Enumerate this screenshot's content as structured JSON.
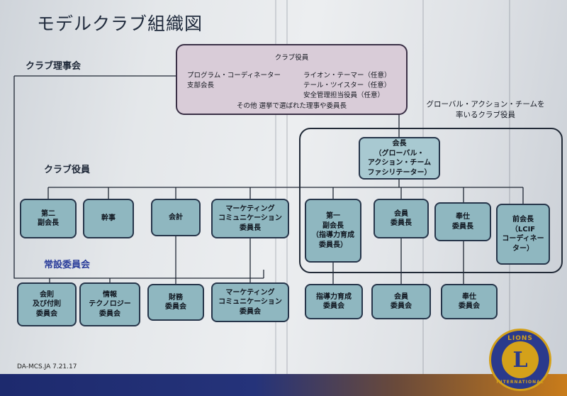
{
  "title": "モデルクラブ組織図",
  "sections": {
    "board": "クラブ理事会",
    "officers": "クラブ役員",
    "standing": "常設委員会"
  },
  "top_box": {
    "heading": "クラブ役員",
    "program_coordinator": "プログラム・コーディネーター",
    "branch_president": "支部会長",
    "lion_tamer": "ライオン・テーマー（任意）",
    "tail_twister": "テール・ツイスター（任意）",
    "safety_officer": "安全管理担当役員（任意）",
    "others": "その他 選挙で選ばれた理事や委員長"
  },
  "global_action_label": "グローバル・アクション・チームを\n率いるクラブ役員",
  "president": "会長\n（グローバル・\nアクション・チーム\nファシリテーター）",
  "officers": {
    "second_vp": "第二\n副会長",
    "secretary": "幹事",
    "treasurer": "会計",
    "marketing_chair": "マーケティング\nコミュニケーション\n委員長",
    "first_vp": "第一\n副会長\n（指導力育成\n委員長）",
    "membership_chair": "会員\n委員長",
    "service_chair": "奉仕\n委員長",
    "past_president": "前会長\n（LCIF\nコーディネー\nター）"
  },
  "committees": {
    "bylaws": "会則\n及び付則\n委員会",
    "it": "情報\nテクノロジー\n委員会",
    "finance": "財務\n委員会",
    "marketing": "マーケティング\nコミュニケーション\n委員会",
    "leadership": "指導力育成\n委員会",
    "membership": "会員\n委員会",
    "service": "奉仕\n委員会"
  },
  "footer_code": "DA-MCS.JA 7.21.17",
  "seal": {
    "top": "LIONS",
    "center": "L",
    "bottom": "INTERNATIONAL"
  },
  "colors": {
    "box_fill": "#8fb7c0",
    "top_box_fill": "#d9ccd8",
    "line": "#1e2633",
    "standing_label": "#2a3d9a"
  }
}
